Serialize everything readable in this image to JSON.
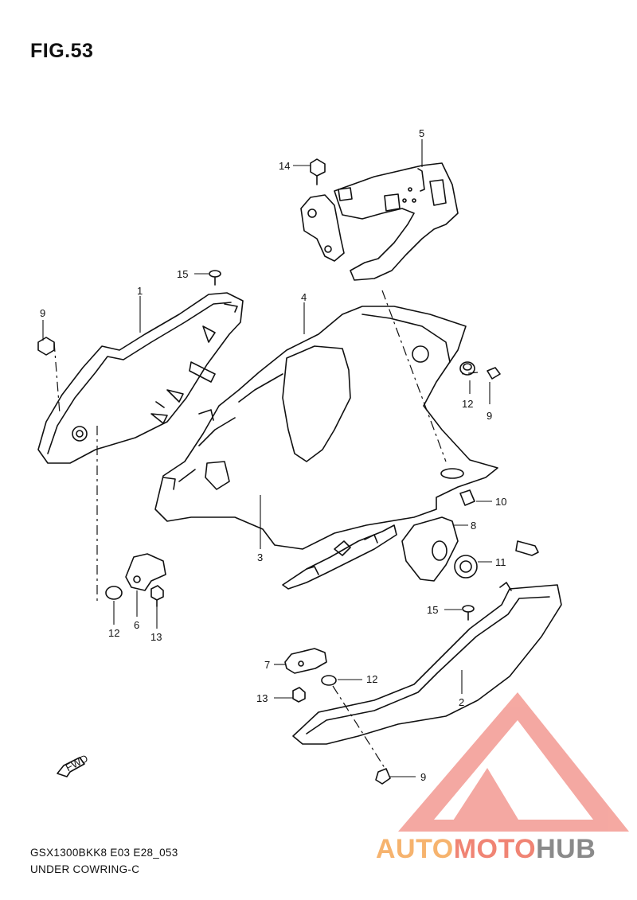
{
  "figure": {
    "title": "FIG.53",
    "model_code": "GSX1300BKK8 E03 E28_053",
    "section_name": "UNDER COWRING-C"
  },
  "callouts": {
    "c1": "1",
    "c2": "2",
    "c3": "3",
    "c4": "4",
    "c5": "5",
    "c6": "6",
    "c7": "7",
    "c8": "8",
    "c9a": "9",
    "c9b": "9",
    "c9c": "9",
    "c10": "10",
    "c11": "11",
    "c12a": "12",
    "c12b": "12",
    "c12c": "12",
    "c13a": "13",
    "c13b": "13",
    "c14": "14",
    "c15a": "15",
    "c15b": "15"
  },
  "direction_marker": "FWD",
  "watermark": {
    "part1": "AUTO",
    "part2": "MOTO",
    "part3": "HUB",
    "colors": {
      "auto": "#f6b36e",
      "moto": "#f08474",
      "hub": "#8a8a8a",
      "logo": "#f39a92"
    }
  }
}
